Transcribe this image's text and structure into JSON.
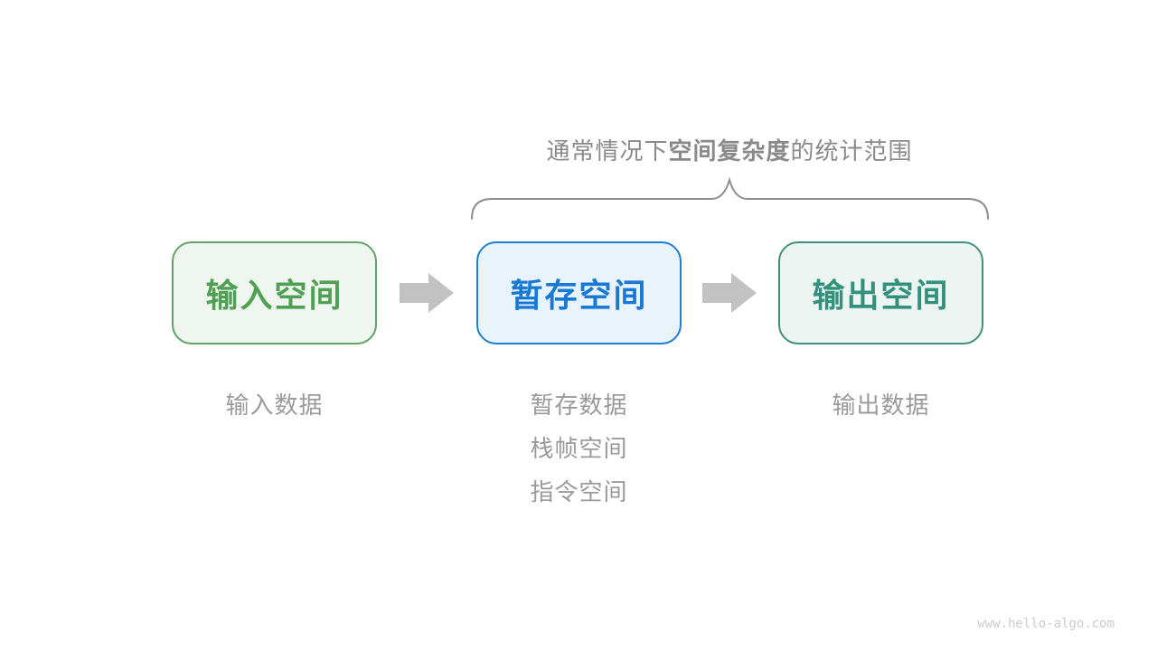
{
  "title": {
    "prefix": "通常情况下",
    "bold": "空间复杂度",
    "suffix": "的统计范围"
  },
  "boxes": [
    {
      "label": "输入空间",
      "notes": [
        "输入数据"
      ]
    },
    {
      "label": "暂存空间",
      "notes": [
        "暂存数据",
        "栈帧空间",
        "指令空间"
      ]
    },
    {
      "label": "输出空间",
      "notes": [
        "输出数据"
      ]
    }
  ],
  "watermark": "www.hello-algo.com",
  "colors": {
    "box1_border": "#63a265",
    "box1_fill": "#eff6ef",
    "box1_text": "#50a054",
    "box2_border": "#1d7ed6",
    "box2_fill": "#e8f3fc",
    "box2_text": "#1779d4",
    "box3_border": "#41907e",
    "box3_fill": "#ecf5f1",
    "box3_text": "#32917c",
    "arrow": "#c2c2c2",
    "brace": "#8f8f8f",
    "title_text": "#8a8a8a",
    "note_text": "#9a9a9a",
    "watermark_text": "#cbcbcb"
  }
}
